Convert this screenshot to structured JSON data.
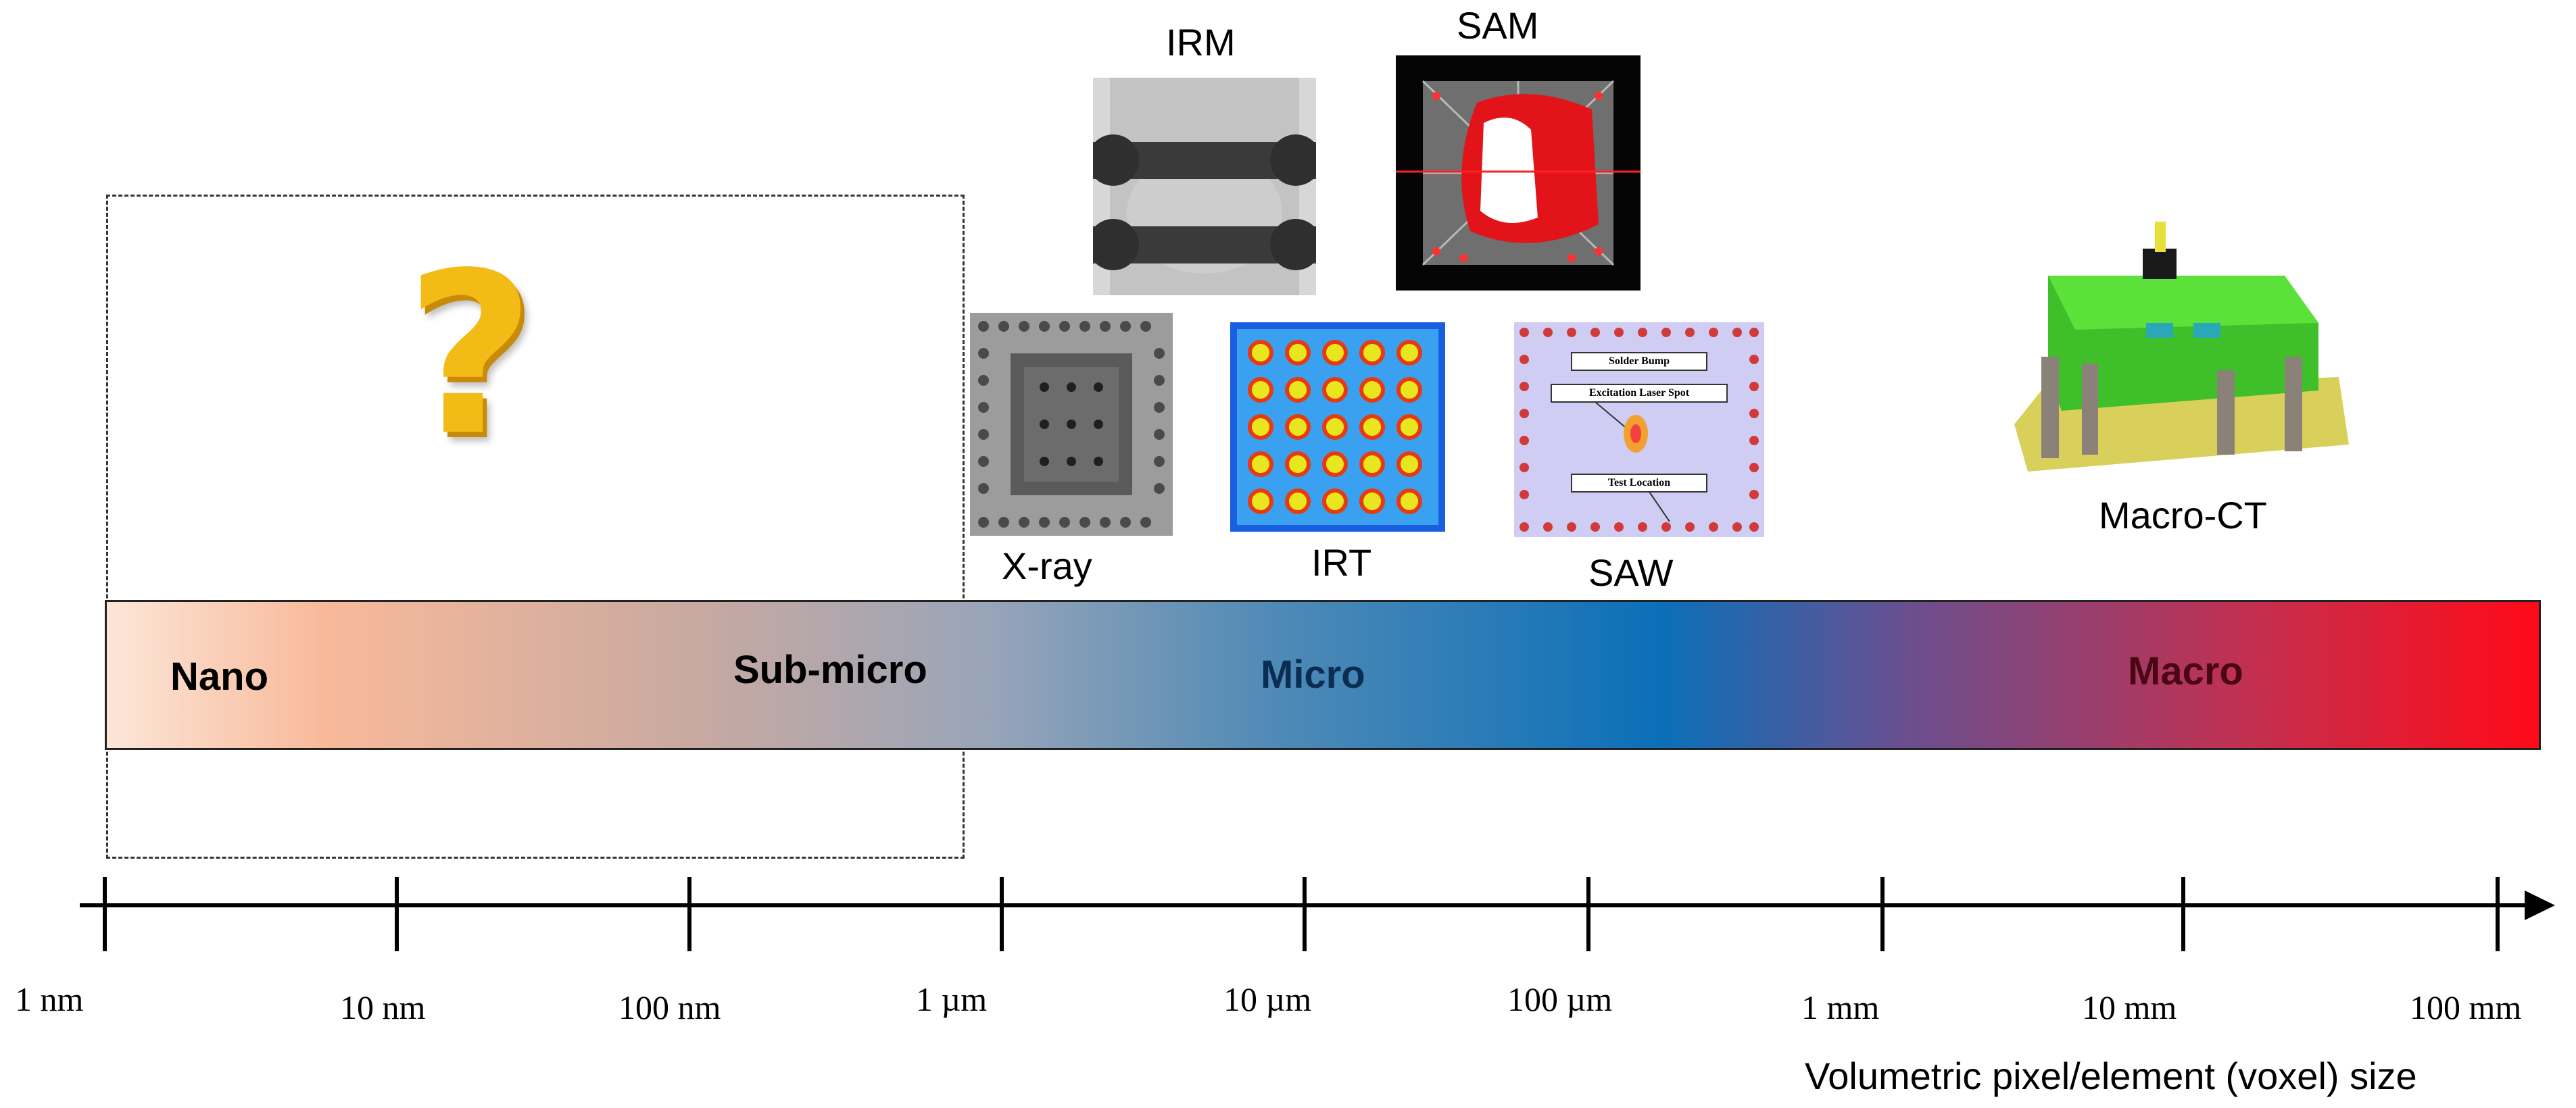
{
  "scale": {
    "nano": "Nano",
    "sub_micro": "Sub-micro",
    "micro": "Micro",
    "macro": "Macro",
    "unknown_symbol": "?"
  },
  "methods": {
    "irm": "IRM",
    "sam": "SAM",
    "xray": "X-ray",
    "irt": "IRT",
    "saw": "SAW",
    "macro_ct": "Macro-CT"
  },
  "saw_image": {
    "solder_bump": "Solder Bump",
    "excitation_spot": "Excitation Laser Spot",
    "test_location": "Test Location"
  },
  "axis": {
    "ticks": [
      "1 nm",
      "10 nm",
      "100 nm",
      "1 µm",
      "10 µm",
      "100 µm",
      "1 mm",
      "10 mm",
      "100 mm"
    ],
    "title": "Volumetric pixel/element (voxel) size"
  },
  "colors": {
    "question": "#f3bb16",
    "axis": "#000000",
    "band_end": "#ff0a18"
  }
}
